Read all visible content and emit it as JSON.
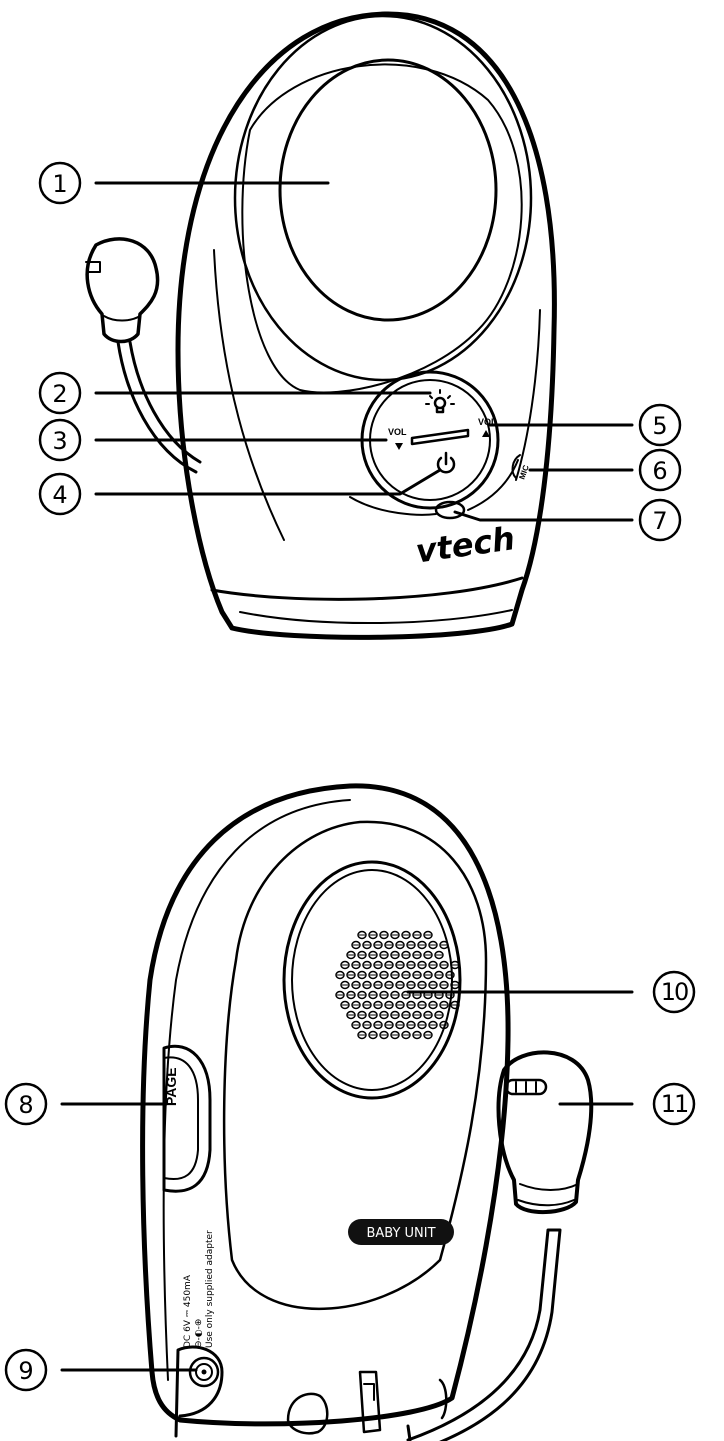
{
  "callouts": [
    "1",
    "2",
    "3",
    "4",
    "5",
    "6",
    "7",
    "8",
    "9",
    "10",
    "11"
  ],
  "front": {
    "vol_down_label": "VOL",
    "vol_up_label": "VOL",
    "mic_label": "MIC",
    "brand": "vtech",
    "icons": [
      "night-light-icon",
      "power-icon",
      "vol-down-arrow-icon",
      "vol-up-arrow-icon"
    ]
  },
  "back": {
    "page_label": "PAGE",
    "badge_label": "BABY UNIT",
    "power_rating": "DC 6V ⎓ 450mA",
    "polarity_symbol": "⊖-◐-⊕",
    "adapter_note": "Use only supplied adapter"
  }
}
